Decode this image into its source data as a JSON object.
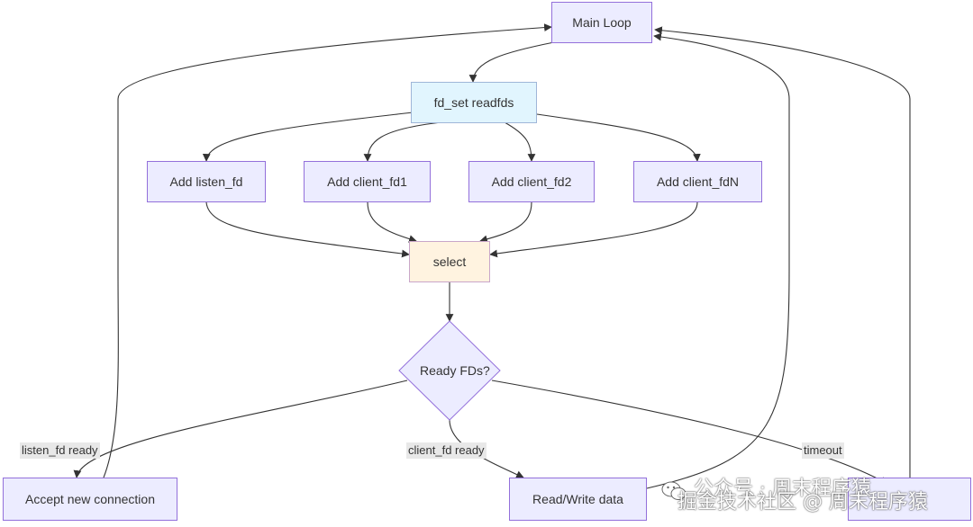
{
  "nodes": {
    "main_loop": "Main Loop",
    "fd_set": "fd_set readfds",
    "add_listen": "Add listen_fd",
    "add_client1": "Add client_fd1",
    "add_client2": "Add client_fd2",
    "add_clientN": "Add client_fdN",
    "select": "select",
    "ready": "Ready FDs?",
    "accept": "Accept new connection",
    "readwrite": "Read/Write data",
    "timeout_node": ""
  },
  "edge_labels": {
    "listen_ready": "listen_fd ready",
    "client_ready": "client_fd ready",
    "timeout": "timeout"
  },
  "watermark": {
    "line1": "公众号 · 周末程序猿",
    "line2": "掘金技术社区 @ 周末程序猿"
  },
  "colors": {
    "node_fill": "#ececff",
    "node_stroke": "#9370db",
    "fd_set_fill": "#e1f5fe",
    "select_fill": "#fff3e0",
    "edge": "#333333",
    "label_bg": "#e8e8e8"
  }
}
